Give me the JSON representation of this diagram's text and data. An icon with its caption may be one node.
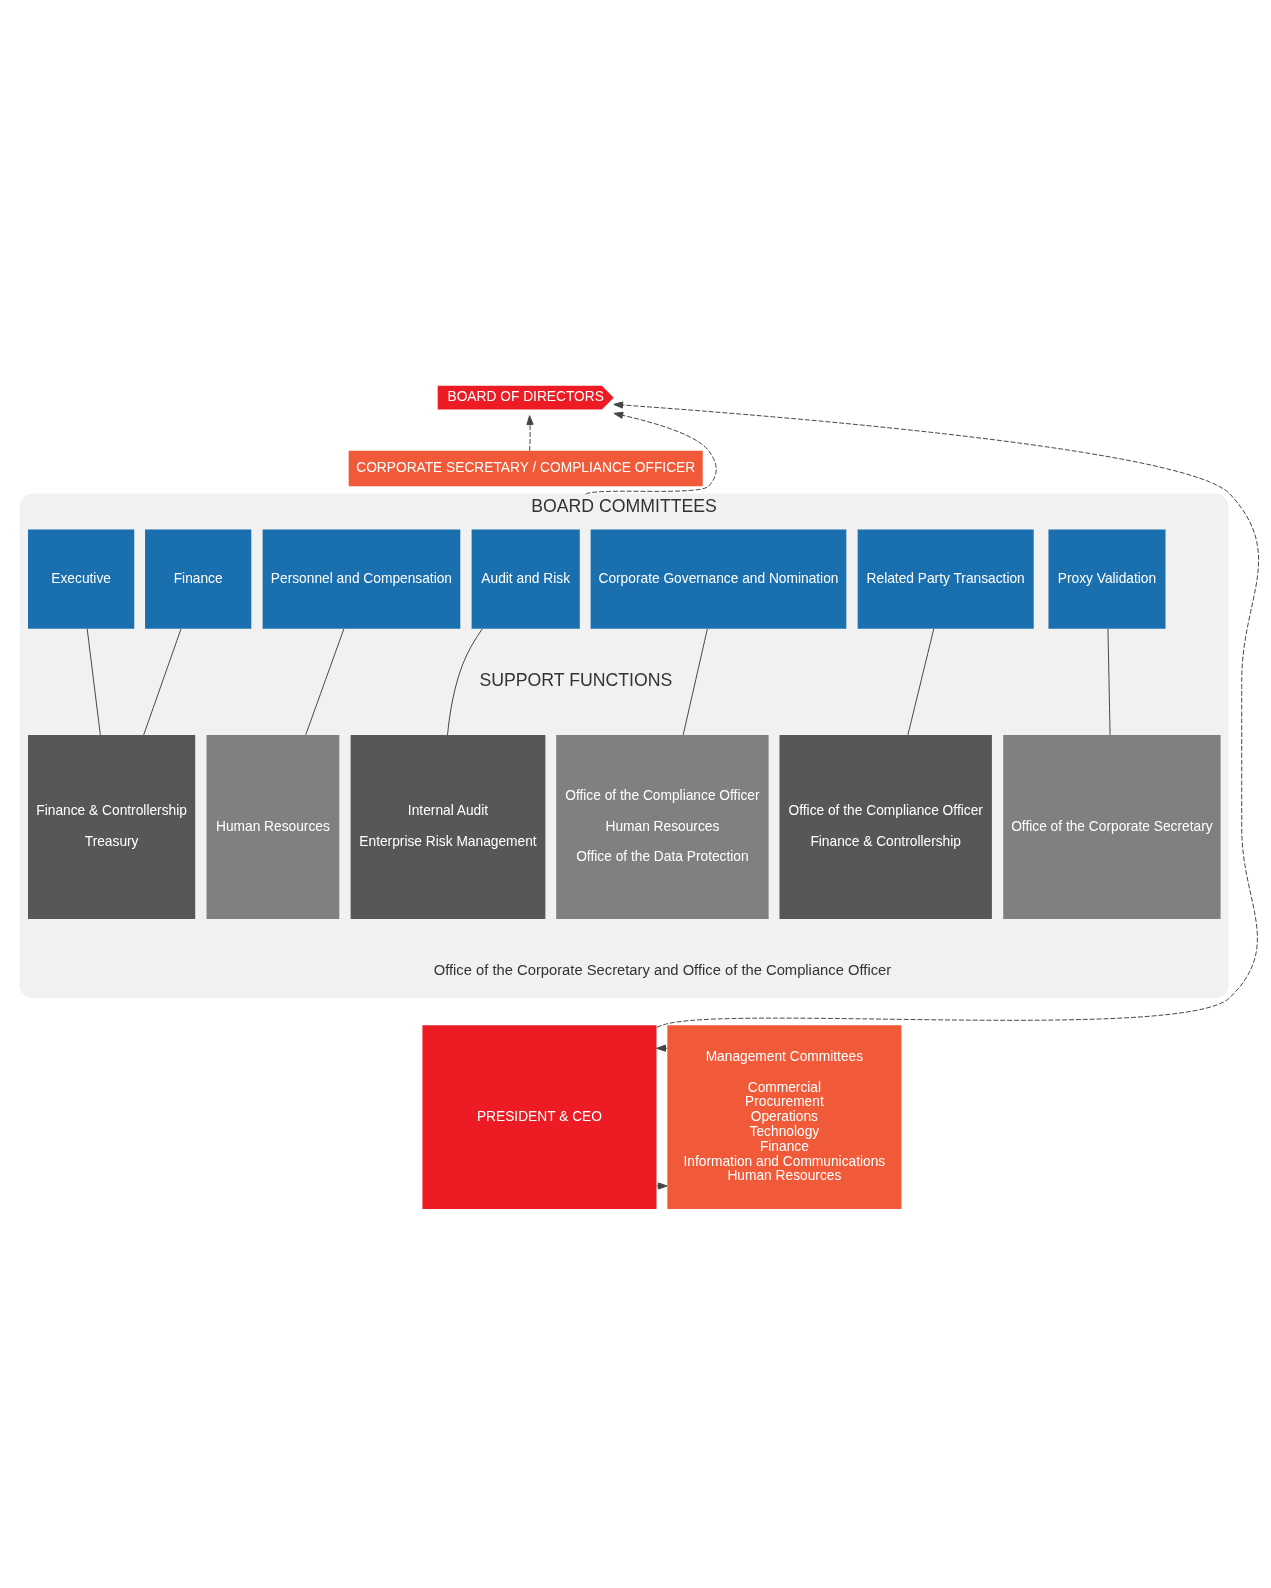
{
  "diagram": {
    "nodes": [
      {
        "text": [
          "BOARD OF DIRECTORS"
        ]
      },
      {
        "text": [
          "CORPORATE SECRETARY / COMPLIANCE OFFICER"
        ]
      },
      {
        "text": [
          "BOARD COMMITTEES",
          "SUPPORT FUNCTIONS"
        ]
      },
      {
        "text": [
          "Executive"
        ],
        "in": 2
      },
      {
        "text": [
          "Finance"
        ],
        "in": 2
      },
      {
        "text": [
          "Personnel and Compensation"
        ],
        "in": 2
      },
      {
        "text": [
          "Audit and Risk"
        ],
        "in": 2
      },
      {
        "text": [
          "Corporate Governance and Nomination"
        ],
        "in": 2
      },
      {
        "text": [
          "Related Party Transaction"
        ],
        "in": 2
      },
      {
        "text": [
          "Proxy Validation"
        ],
        "in": 2
      },
      {
        "text": [
          "Finance & Controllership",
          "Treasury"
        ],
        "in": 2
      },
      {
        "text": [
          "Human Resources"
        ],
        "in": 2
      },
      {
        "text": [
          "Internal Audit",
          "Enterprise Risk Management"
        ],
        "in": 2
      },
      {
        "text": [
          "Office of the Compliance Officer",
          "Human Resources",
          "Office of the Data Protection"
        ],
        "in": 2
      },
      {
        "text": [
          "Office of the Compliance Officer",
          "Finance & Controllership"
        ],
        "in": 2
      },
      {
        "text": [
          "Office of the Corporate Secretary"
        ],
        "in": 2
      },
      {
        "text": [
          "PRESIDENT & CEO"
        ]
      },
      {
        "text": [
          "Management Committees",
          "Commercial",
          "Procurement",
          "Operations",
          "Technology",
          "Finance",
          "Information and Communications",
          "Human Resources"
        ]
      }
    ],
    "edges": [
      {
        "from": 16,
        "to": 0,
        "arrow": "to",
        "style": "dashed"
      },
      {
        "from": 2,
        "to": 0,
        "arrow": "to",
        "style": "dashed"
      },
      {
        "from": 1,
        "to": 0,
        "arrow": "to",
        "style": "dashed"
      },
      {
        "from": 3,
        "to": 10,
        "arrow": "none"
      },
      {
        "from": 4,
        "to": 10,
        "arrow": "none"
      },
      {
        "from": 5,
        "to": 11,
        "arrow": "none"
      },
      {
        "from": 6,
        "to": 12,
        "arrow": "none"
      },
      {
        "from": 7,
        "to": 13,
        "arrow": "none"
      },
      {
        "from": 8,
        "to": 14,
        "arrow": "none"
      },
      {
        "from": 9,
        "to": 15,
        "arrow": "none"
      },
      {
        "from": 16,
        "to": 17,
        "arrow": "to",
        "style": "dashed"
      },
      {
        "from": 17,
        "to": 16,
        "arrow": "to",
        "style": "dashed"
      }
    ],
    "labels": [
      "Office of the Corporate Secretary and Office of the Compliance Officer"
    ]
  }
}
